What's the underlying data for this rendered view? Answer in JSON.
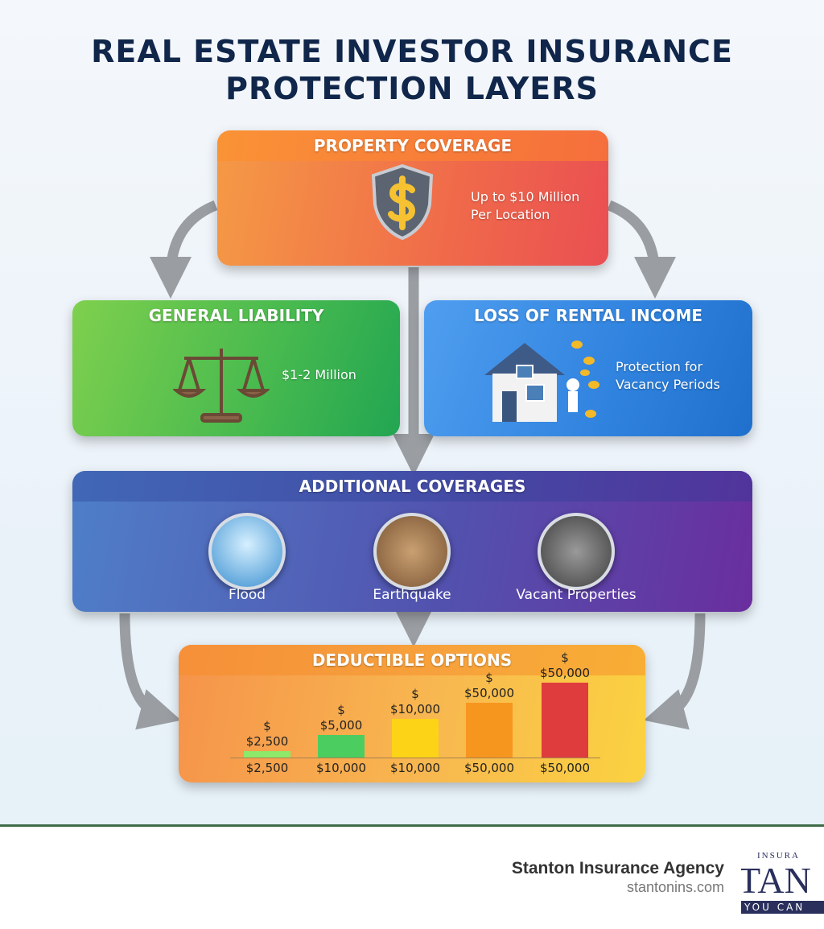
{
  "title": {
    "line1": "REAL ESTATE INVESTOR INSURANCE",
    "line2": "PROTECTION LAYERS"
  },
  "property": {
    "heading": "PROPERTY COVERAGE",
    "line1": "Up to $10 Million",
    "line2": "Per Location",
    "icon": "shield-dollar-icon"
  },
  "liability": {
    "heading": "GENERAL LIABILITY",
    "text": "$1-2 Million",
    "icon": "scales-icon"
  },
  "rental": {
    "heading": "LOSS OF RENTAL INCOME",
    "line1": "Protection for",
    "line2": "Vacancy Periods",
    "icon": "house-coins-icon"
  },
  "additional": {
    "heading": "ADDITIONAL COVERAGES",
    "items": [
      {
        "label": "Flood",
        "icon": "water-drop-icon"
      },
      {
        "label": "Earthquake",
        "icon": "cracked-ground-icon"
      },
      {
        "label": "Vacant Properties",
        "icon": "padlock-chain-icon"
      }
    ]
  },
  "deductible": {
    "heading": "DEDUCTIBLE OPTIONS",
    "bars": [
      {
        "symbol": "$",
        "top_label": "$2,500",
        "bottom_label": "$2,500",
        "color": "#8ee86a"
      },
      {
        "symbol": "$",
        "top_label": "$5,000",
        "bottom_label": "$10,000",
        "color": "#4ccd5f"
      },
      {
        "symbol": "$",
        "top_label": "$10,000",
        "bottom_label": "$10,000",
        "color": "#fdd318"
      },
      {
        "symbol": "$",
        "top_label": "$50,000",
        "bottom_label": "$50,000",
        "color": "#f7961f"
      },
      {
        "symbol": "$",
        "top_label": "$50,000",
        "bottom_label": "$50,000",
        "color": "#df3c3e"
      }
    ]
  },
  "footer": {
    "company": "Stanton Insurance Agency",
    "website": "stantonins.com",
    "logo_top": "INSURA",
    "logo_mid": "TAN",
    "logo_bottom": "YOU CAN"
  }
}
